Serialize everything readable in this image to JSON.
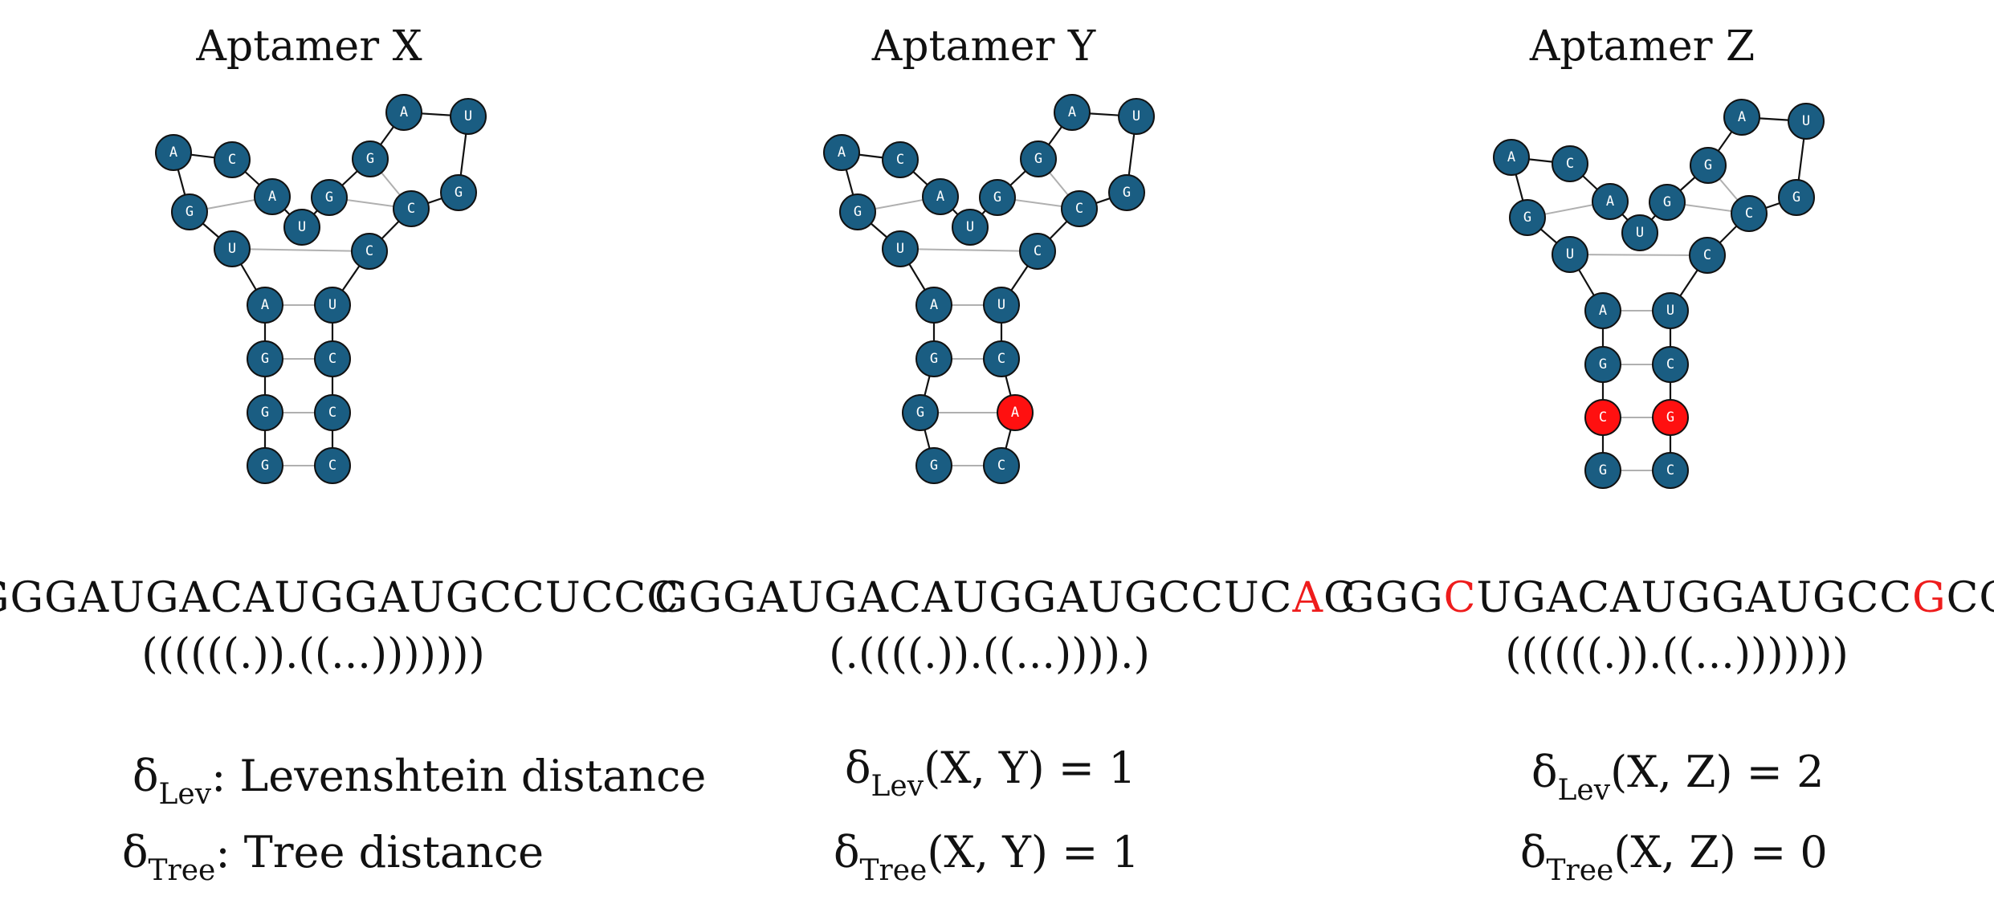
{
  "colors": {
    "node": "#1a5d82",
    "highlight": "#ff1010",
    "backbone": "#111111",
    "pair": "#b0b0b0"
  },
  "panels": [
    {
      "title": "Aptamer X",
      "sequence": [
        {
          "t": "GGGAUGACAUGGAUGCCUCCC",
          "hl": false
        }
      ],
      "dotbracket": "((((((.)).((...)))))))",
      "nodes": [
        "A",
        "C",
        "G",
        "U",
        "A",
        "U",
        "G",
        "G",
        "A",
        "U",
        "G",
        "C",
        "C",
        "A",
        "U",
        "G",
        "C",
        "G",
        "C",
        "G",
        "C"
      ],
      "highlighted_nodes": [],
      "metric1": {
        "sym": "δ",
        "sub": "Lev",
        "rest": ": Levenshtein distance"
      },
      "metric2": {
        "sym": "δ",
        "sub": "Tree",
        "rest": ": Tree distance"
      }
    },
    {
      "title": "Aptamer Y",
      "sequence": [
        {
          "t": "GGGAUGACAUGGAUGCCUC",
          "hl": false
        },
        {
          "t": "A",
          "hl": true
        },
        {
          "t": "C",
          "hl": false
        }
      ],
      "dotbracket": "(.((((.)).((...)))).)",
      "nodes": [
        "A",
        "C",
        "G",
        "U",
        "A",
        "U",
        "G",
        "G",
        "A",
        "U",
        "G",
        "C",
        "C",
        "A",
        "U",
        "G",
        "C",
        "G",
        "A",
        "G",
        "C"
      ],
      "highlighted_nodes": [
        18
      ],
      "metric1": {
        "sym": "δ",
        "sub": "Lev",
        "rest": "(X, Y) = 1"
      },
      "metric2": {
        "sym": "δ",
        "sub": "Tree",
        "rest": "(X, Y) = 1"
      }
    },
    {
      "title": "Aptamer Z",
      "sequence": [
        {
          "t": "GGG",
          "hl": false
        },
        {
          "t": "C",
          "hl": true
        },
        {
          "t": "UGACAUGGAUGCC",
          "hl": false
        },
        {
          "t": "G",
          "hl": true
        },
        {
          "t": "CCC",
          "hl": false
        }
      ],
      "dotbracket": "((((((.)).((...)))))))",
      "nodes": [
        "A",
        "C",
        "G",
        "U",
        "A",
        "U",
        "G",
        "G",
        "A",
        "U",
        "G",
        "C",
        "C",
        "A",
        "U",
        "G",
        "C",
        "C",
        "G",
        "G",
        "C"
      ],
      "highlighted_nodes": [
        17,
        18
      ],
      "metric1": {
        "sym": "δ",
        "sub": "Lev",
        "rest": "(X, Z) = 2"
      },
      "metric2": {
        "sym": "δ",
        "sub": "Tree",
        "rest": "(X, Z) = 0"
      }
    }
  ]
}
